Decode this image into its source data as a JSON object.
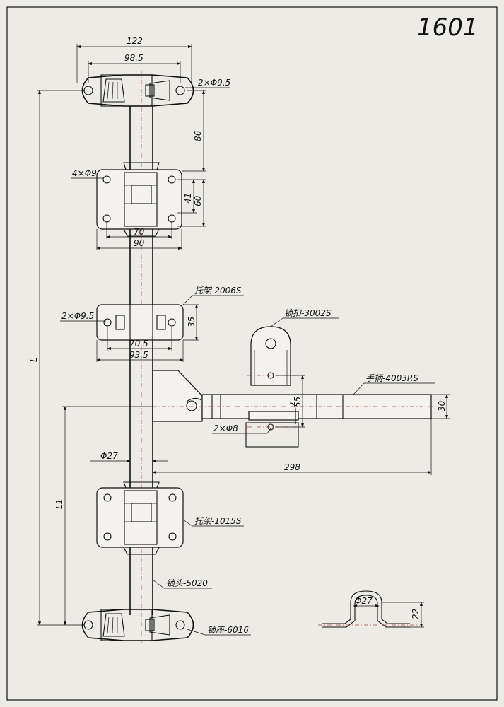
{
  "drawing_number": "1601",
  "dimensions": {
    "d122": "122",
    "d98_5": "98.5",
    "d2x9_5_top": "2×Φ9.5",
    "d86": "86",
    "d4x9": "4×Φ9",
    "d41": "41",
    "d60": "60",
    "d70": "70",
    "d90": "90",
    "d2x9_5_mid": "2×Φ9.5",
    "d35": "35",
    "d70_5": "70.5",
    "d93_5": "93.5",
    "d55": "55",
    "d30": "30",
    "d2x8": "2×Φ8",
    "d27": "Φ27",
    "d298": "298",
    "L": "L",
    "L1": "L1",
    "d27_clip": "Φ27",
    "d22": "22"
  },
  "labels": {
    "bracket_2006": "托架-2006S",
    "hasp_3002": "锁扣-3002S",
    "handle_4003": "手柄-4003RS",
    "bracket_1015": "托架-1015S",
    "lock_head_5020": "锁头-5020",
    "lock_seat_6016": "锁座-6016"
  }
}
